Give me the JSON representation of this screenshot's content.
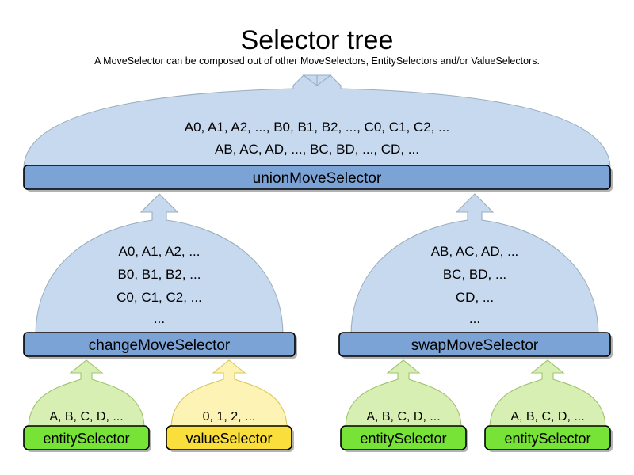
{
  "header": {
    "title": "Selector tree",
    "subtitle": "A MoveSelector can be composed out of other MoveSelectors, EntitySelectors and/or ValueSelectors."
  },
  "colors": {
    "move_body": "#c6d9ef",
    "move_bar": "#7ba3d5",
    "entity_body": "#d7efb3",
    "entity_bar": "#76e336",
    "value_body": "#fdf3b5",
    "value_bar": "#fadf3c",
    "outline": "#000000",
    "background": "#ffffff"
  },
  "nodes": {
    "union": {
      "label": "unionMoveSelector",
      "kind": "move-selector",
      "lines": [
        "A0, A1, A2, ..., B0, B1, B2, ..., C0, C1, C2, ...",
        "AB, AC, AD, ..., BC, BD, ..., CD, ..."
      ]
    },
    "change": {
      "label": "changeMoveSelector",
      "kind": "move-selector",
      "lines": [
        "A0, A1, A2, ...",
        "B0, B1, B2, ...",
        "C0, C1, C2, ...",
        "..."
      ]
    },
    "swap": {
      "label": "swapMoveSelector",
      "kind": "move-selector",
      "lines": [
        "AB, AC, AD, ...",
        "BC, BD, ...",
        "CD, ...",
        "..."
      ]
    },
    "leaf_change_entity": {
      "label": "entitySelector",
      "kind": "entity-selector",
      "lines": [
        "A, B, C, D, ..."
      ]
    },
    "leaf_change_value": {
      "label": "valueSelector",
      "kind": "value-selector",
      "lines": [
        "0, 1, 2, ..."
      ]
    },
    "leaf_swap_entity_left": {
      "label": "entitySelector",
      "kind": "entity-selector",
      "lines": [
        "A, B, C, D, ..."
      ]
    },
    "leaf_swap_entity_right": {
      "label": "entitySelector",
      "kind": "entity-selector",
      "lines": [
        "A, B, C, D, ..."
      ]
    }
  },
  "edges": [
    {
      "from": "change",
      "to": "union"
    },
    {
      "from": "swap",
      "to": "union"
    },
    {
      "from": "leaf_change_entity",
      "to": "change"
    },
    {
      "from": "leaf_change_value",
      "to": "change"
    },
    {
      "from": "leaf_swap_entity_left",
      "to": "swap"
    },
    {
      "from": "leaf_swap_entity_right",
      "to": "swap"
    }
  ]
}
